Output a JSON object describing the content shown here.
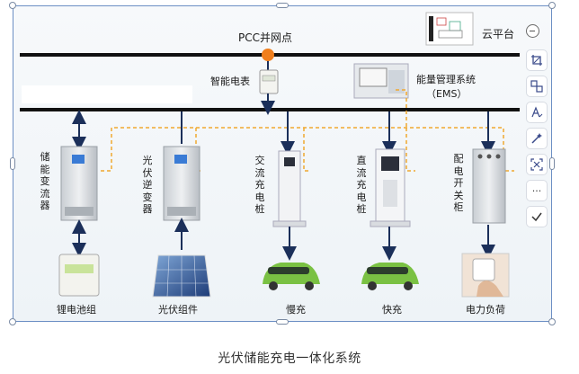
{
  "diagram": {
    "pcc_label": "PCC并网点",
    "cloud_label": "云平台",
    "meter_label": "智能电表",
    "ems_label_line1": "能量管理系统",
    "ems_label_line2": "（EMS）",
    "components": {
      "storage_converter": "储能变流器",
      "pv_inverter": "光伏逆变器",
      "ac_charger": "交流充电桩",
      "dc_charger": "直流充电桩",
      "distribution_cabinet": "配电开关柜"
    },
    "bottom": {
      "battery": "锂电池组",
      "pv_module": "光伏组件",
      "slow_charge": "慢充",
      "fast_charge": "快充",
      "load": "电力负荷"
    }
  },
  "toolbar": {
    "icons": [
      "crop-icon",
      "replace-image-icon",
      "text-edit-icon",
      "magic-wand-icon",
      "ocr-scan-icon",
      "more-icon",
      "confirm-icon"
    ],
    "more_glyph": "···"
  },
  "caption": "光伏储能充电一体化系统",
  "colors": {
    "bus": "#111111",
    "dashed": "#f0a830",
    "arrow": "#1b2f5a",
    "pcc_dot": "#f07f1e",
    "car": "#7ac143",
    "frame_border": "#6c8fc4"
  }
}
